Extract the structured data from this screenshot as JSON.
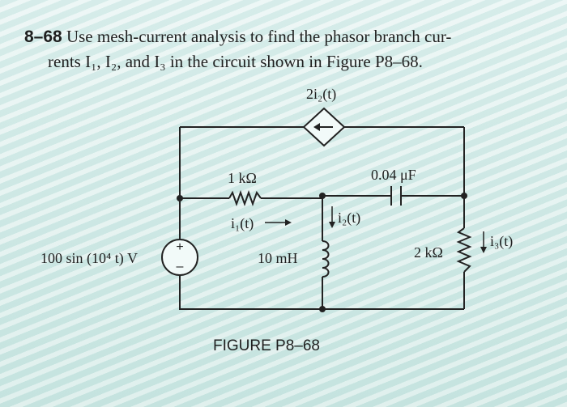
{
  "problem": {
    "number": "8–68",
    "text_line1": " Use mesh-current analysis to find the phasor branch cur-",
    "text_line2": "rents I₁, I₂, and I₃ in the circuit shown in Figure P8–68."
  },
  "figure": {
    "dependent_source": "2i₂(t)",
    "resistor_1": "1 kΩ",
    "capacitor": "0.04 μF",
    "current_i1": "i₁(t)",
    "current_i2": "i₂(t)",
    "voltage_source": "100 sin (10⁴ t) V",
    "inductor": "10 mH",
    "resistor_2": "2 kΩ",
    "current_i3": "i₃(t)",
    "caption": "FIGURE P8–68"
  }
}
